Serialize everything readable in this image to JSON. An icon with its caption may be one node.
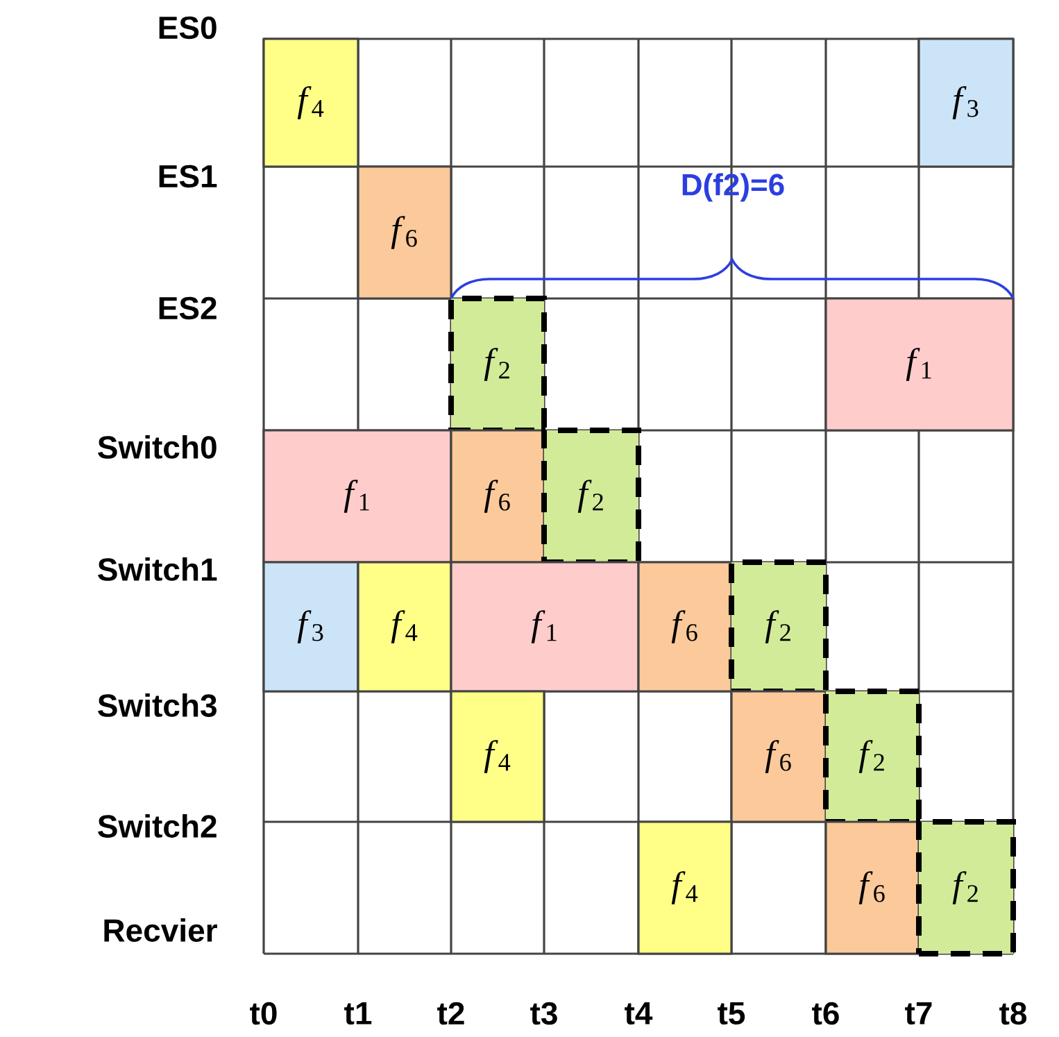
{
  "diagram": {
    "nodes": [
      {
        "text": [
          "*f*$_{4}$"
        ]
      },
      {
        "text": [
          "*f*$_{3}$"
        ]
      },
      {
        "text": [
          "*f*$_{6}$"
        ]
      },
      {
        "text": [
          "*f*$_{2}$"
        ]
      },
      {
        "text": [
          "*f*$_{1}$"
        ]
      },
      {
        "text": [
          "*f*$_{1}$"
        ]
      },
      {
        "text": [
          "*f*$_{6}$"
        ]
      },
      {
        "text": [
          "*f*$_{2}$"
        ]
      },
      {
        "text": [
          "*f*$_{3}$"
        ]
      },
      {
        "text": [
          "*f*$_{4}$"
        ]
      },
      {
        "text": [
          "*f*$_{1}$"
        ]
      },
      {
        "text": [
          "*f*$_{6}$"
        ]
      },
      {
        "text": [
          "*f*$_{2}$"
        ]
      },
      {
        "text": [
          "*f*$_{4}$"
        ]
      },
      {
        "text": [
          "*f*$_{6}$"
        ]
      },
      {
        "text": [
          "*f*$_{2}$"
        ]
      },
      {
        "text": [
          "*f*$_{4}$"
        ]
      },
      {
        "text": [
          "*f*$_{6}$"
        ]
      },
      {
        "text": [
          "*f*$_{2}$"
        ]
      }
    ],
    "labels": [
      "ES0",
      "ES1",
      "D(f2)=6",
      "ES2",
      "Switch0",
      "Switch1",
      "Switch3",
      "Switch2",
      "Recvier",
      "t0",
      "t1",
      "t2",
      "t3",
      "t4",
      "t5",
      "t6",
      "t7",
      "t8"
    ]
  }
}
